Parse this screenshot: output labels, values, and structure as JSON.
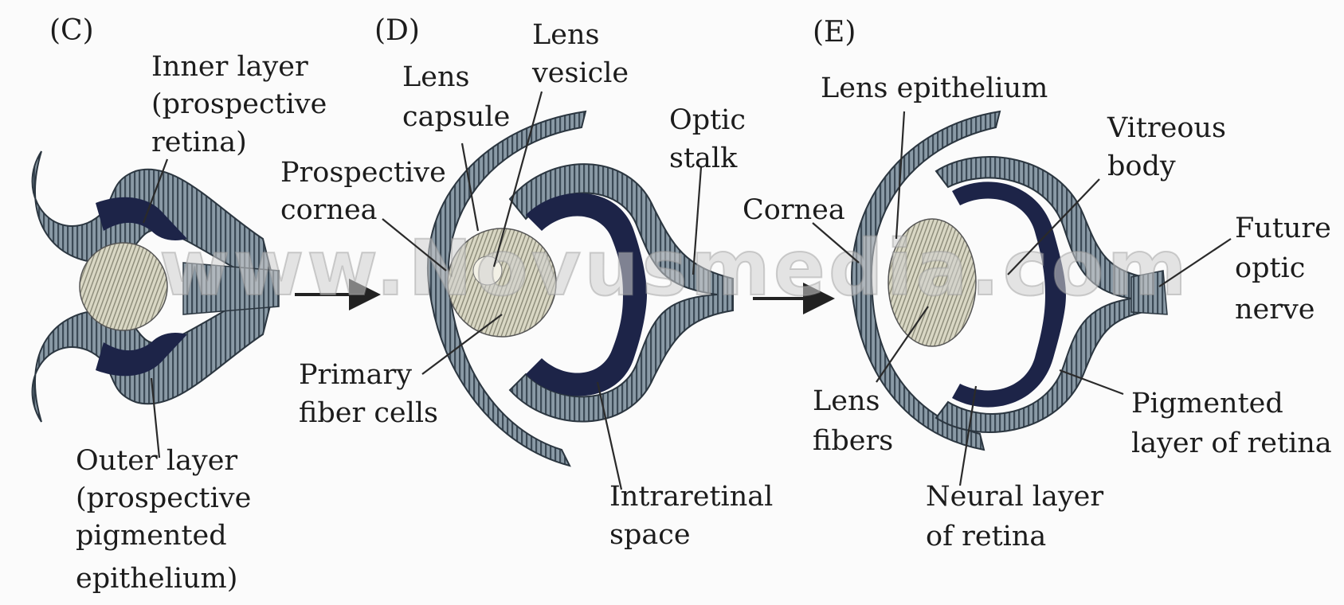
{
  "panels": {
    "c": "(C)",
    "d": "(D)",
    "e": "(E)"
  },
  "labels": {
    "c_inner_1": "Inner layer",
    "c_inner_2": "(prospective",
    "c_inner_3": "retina)",
    "c_outer_1": "Outer layer",
    "c_outer_2": "(prospective",
    "c_outer_3": "pigmented",
    "c_outer_4": "epithelium)",
    "d_lens_capsule_1": "Lens",
    "d_lens_capsule_2": "capsule",
    "d_lens_vesicle_1": "Lens",
    "d_lens_vesicle_2": "vesicle",
    "d_prospective_cornea_1": "Prospective",
    "d_prospective_cornea_2": "cornea",
    "d_optic_stalk_1": "Optic",
    "d_optic_stalk_2": "stalk",
    "d_primary_fiber_1": "Primary",
    "d_primary_fiber_2": "fiber cells",
    "d_intraretinal_1": "Intraretinal",
    "d_intraretinal_2": "space",
    "e_lens_epithelium": "Lens epithelium",
    "e_vitreous_1": "Vitreous",
    "e_vitreous_2": "body",
    "e_cornea": "Cornea",
    "e_future_optic_1": "Future",
    "e_future_optic_2": "optic",
    "e_future_optic_3": "nerve",
    "e_lens_fibers_1": "Lens",
    "e_lens_fibers_2": "fibers",
    "e_pigmented_1": "Pigmented",
    "e_pigmented_2": "layer of retina",
    "e_neural_1": "Neural layer",
    "e_neural_2": "of retina"
  },
  "watermark": "www.Novusmedia.com",
  "colors": {
    "epithelium_fill": "#8a9aa6",
    "epithelium_stripe": "#3c4a56",
    "neural_layer": "#1d2448",
    "lens_fill": "#d9d7c4",
    "lens_stripe": "#8b8a78",
    "arrow": "#222222"
  }
}
